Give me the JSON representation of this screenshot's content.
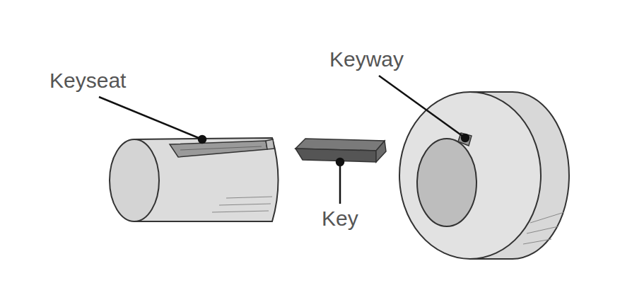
{
  "diagram": {
    "labels": [
      "Keyseat",
      "Keyway",
      "Key"
    ]
  }
}
